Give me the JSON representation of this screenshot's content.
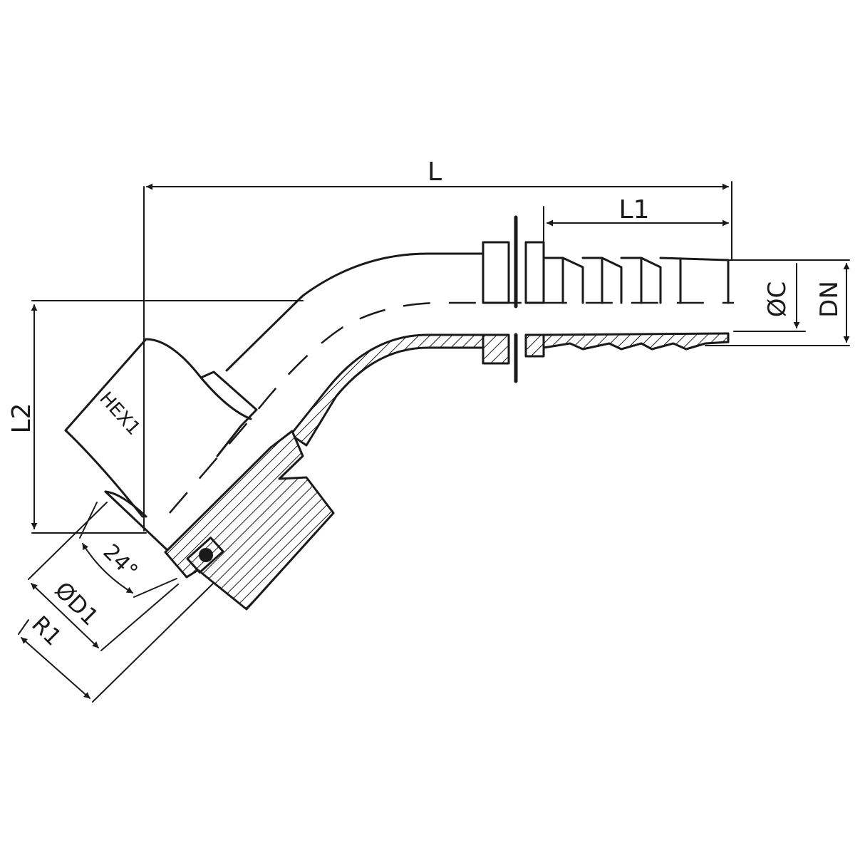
{
  "labels": {
    "L": "L",
    "L1": "L1",
    "L2": "L2",
    "OC": "ØC",
    "DN": "DN",
    "HEX1": "HEX1",
    "angle": "24°",
    "OD1": "ØD1",
    "R1": "R1"
  },
  "colors": {
    "line": "#1a1a1a",
    "background": "#ffffff"
  }
}
